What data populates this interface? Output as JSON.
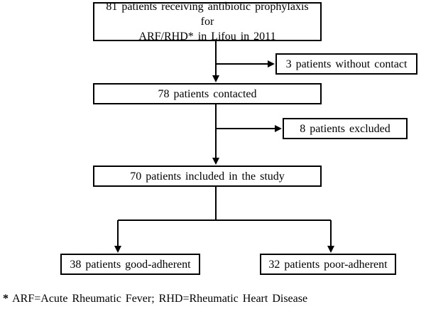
{
  "flowchart": {
    "start": {
      "line1": "81 patients receiving antibiotic prophylaxis for",
      "line2": "ARF/RHD* in Lifou in 2011"
    },
    "without_contact": "3 patients without contact",
    "contacted": "78 patients contacted",
    "excluded": "8 patients excluded",
    "included": "70 patients included in the study",
    "good_adherent": "38 patients good-adherent",
    "poor_adherent": "32 patients poor-adherent"
  },
  "footnote": {
    "marker": "*",
    "text": "ARF=Acute Rheumatic Fever; RHD=Rheumatic Heart Disease"
  }
}
